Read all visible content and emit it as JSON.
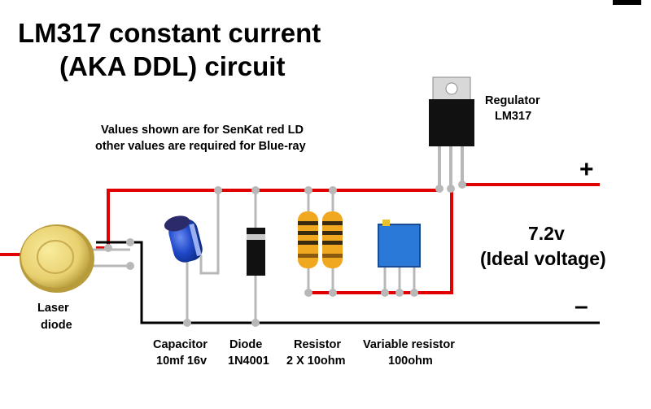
{
  "title": {
    "line1": "LM317 constant current",
    "line2": "(AKA DDL) circuit"
  },
  "note": {
    "line1": "Values shown are for SenKat red LD",
    "line2": "other values are required for Blue-ray"
  },
  "regulator": {
    "line1": "Regulator",
    "line2": "LM317"
  },
  "output": {
    "plus": "+",
    "minus": "–",
    "voltage": "7.2v",
    "voltage_note": "(Ideal voltage)"
  },
  "laser": {
    "line1": "Laser",
    "line2": "diode"
  },
  "capacitor": {
    "line1": "Capacitor",
    "line2": "10mf 16v"
  },
  "diode": {
    "line1": "Diode",
    "line2": "1N4001"
  },
  "resistor": {
    "line1": "Resistor",
    "line2": "2 X 10ohm"
  },
  "variable_resistor": {
    "line1": "Variable resistor",
    "line2": "100ohm"
  },
  "colors": {
    "wire_positive": "#e00000",
    "wire_negative": "#000000",
    "wire_lead": "#b8b8b8",
    "capacitor_body": "#1f48c8",
    "resistor_body": "#f0a820",
    "trimmer_body": "#2a78d8",
    "laser_body": "#e8d070",
    "regulator_body": "#111111"
  }
}
